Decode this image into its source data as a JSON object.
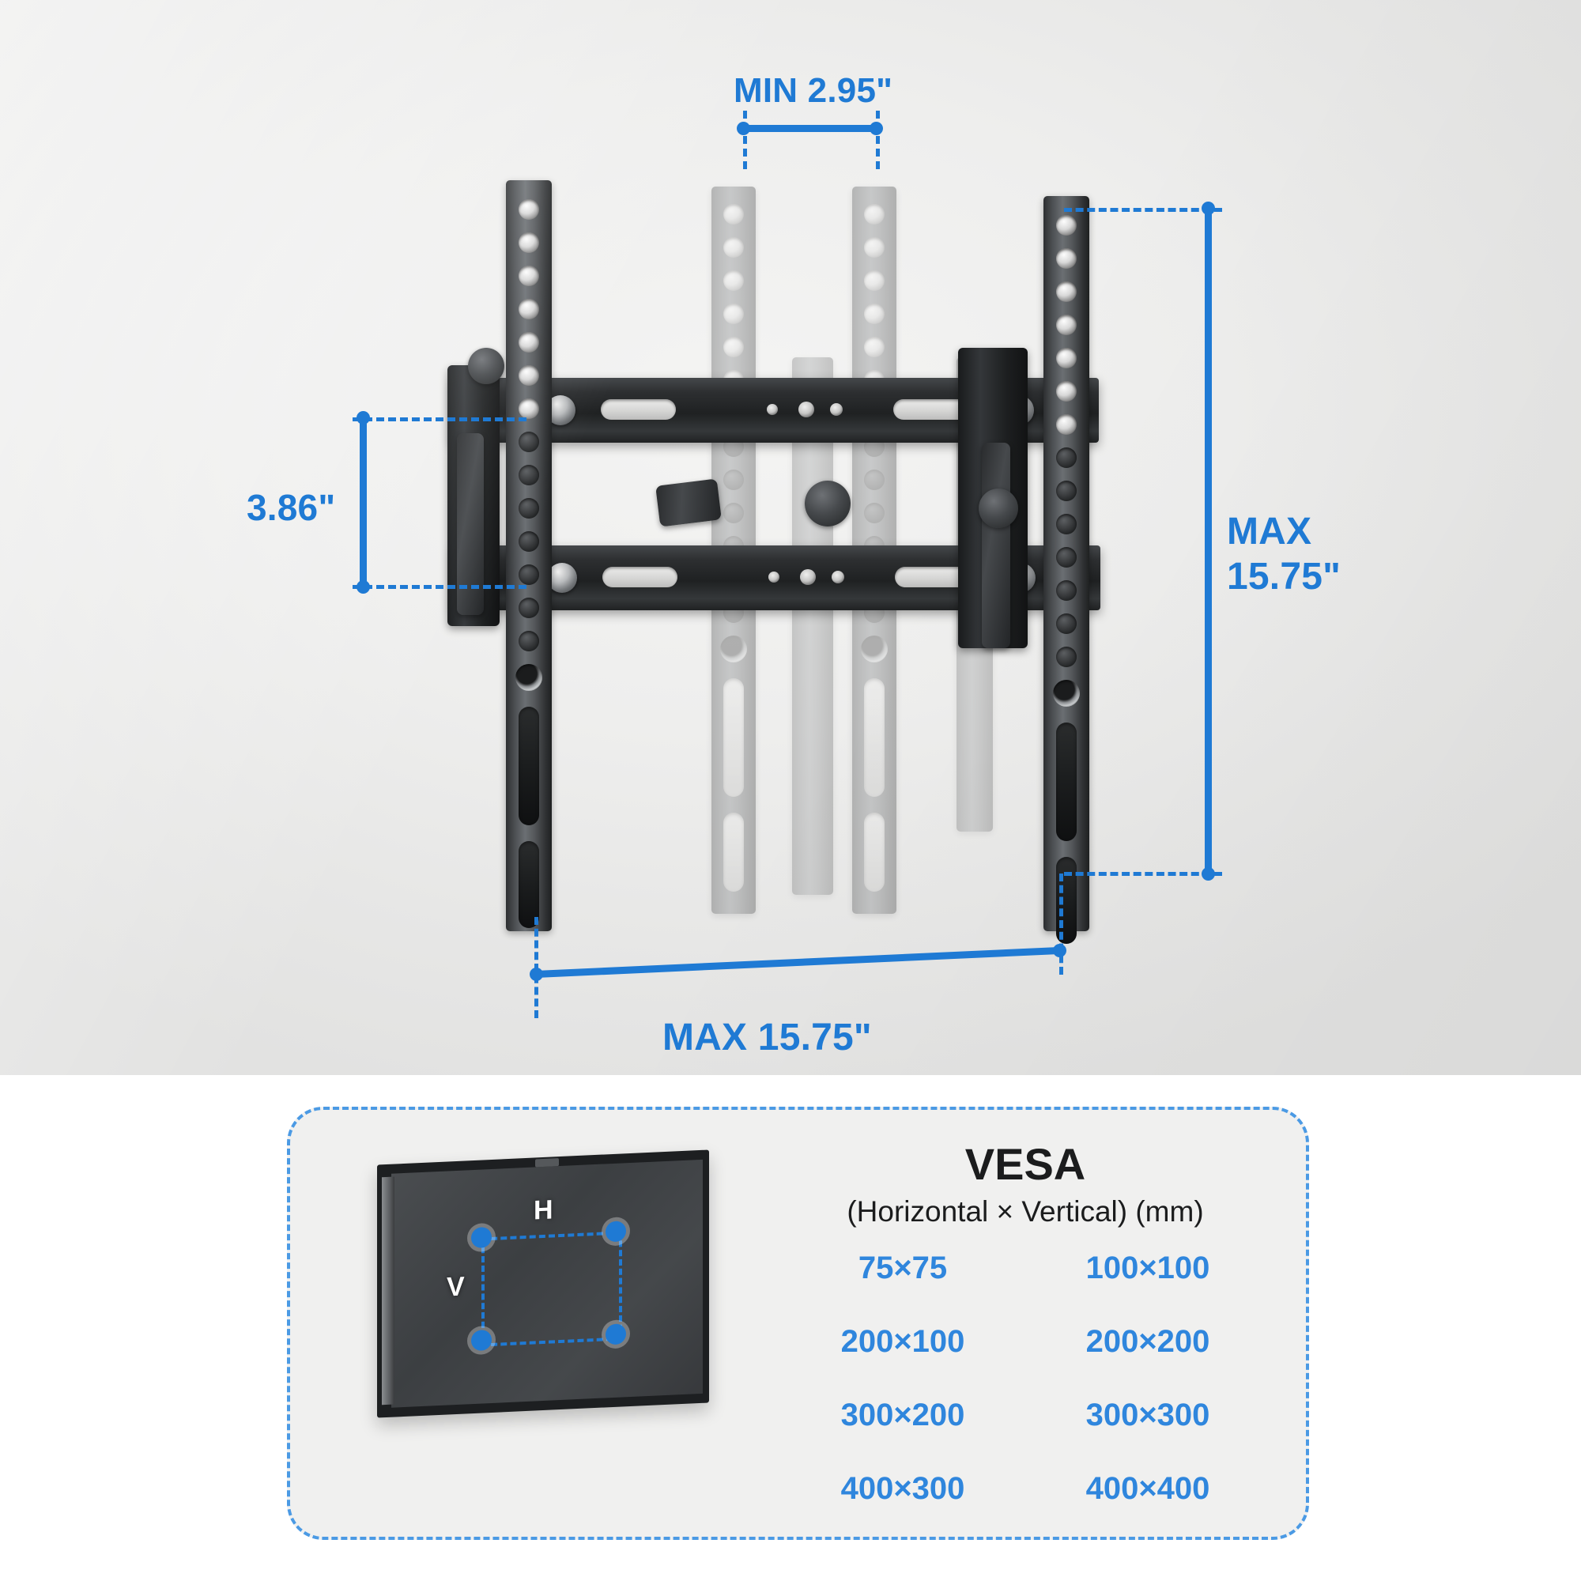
{
  "diagram": {
    "type": "tv-wall-mount-dimension-diagram",
    "background_color": "#eeeeed",
    "accent_color": "#1f7ad4"
  },
  "dimensions": {
    "top": {
      "label": "MIN 2.95\"",
      "name": "minimum-horizontal-bracket-spacing"
    },
    "left": {
      "label": "3.86\"",
      "name": "vertical-rail-spacing"
    },
    "right": {
      "label": "MAX\n15.75\"",
      "name": "maximum-vertical-height"
    },
    "bottom": {
      "label": "MAX 15.75\"",
      "name": "maximum-horizontal-width"
    }
  },
  "vesa": {
    "title": "VESA",
    "subtitle": "(Horizontal × Vertical) (mm)",
    "tv_labels": {
      "horizontal": "H",
      "vertical": "V"
    },
    "sizes": [
      "75×75",
      "100×100",
      "200×100",
      "200×200",
      "300×200",
      "300×300",
      "400×300",
      "400×400"
    ]
  }
}
